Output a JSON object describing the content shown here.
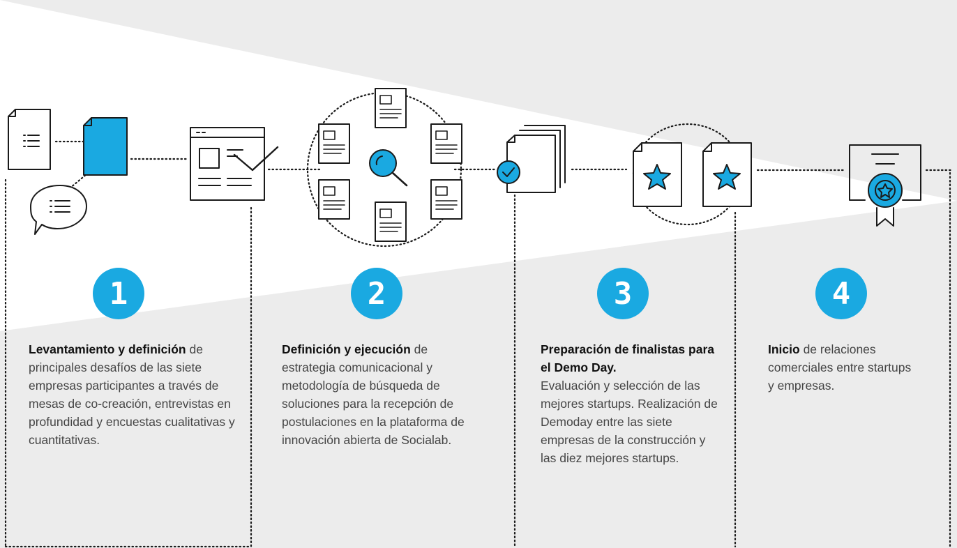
{
  "steps": [
    {
      "number": "1",
      "title": "Levantamiento y definición",
      "body": " de principales desafíos de las siete empresas participantes a través de mesas de co-creación, entrevistas en profundidad y encuestas cualitativas y cuantitativas."
    },
    {
      "number": "2",
      "title": "Definición y ejecución",
      "body": " de estrategia comunicacional y metodología de búsqueda de soluciones para la recepción de postulaciones en la plataforma de innovación abierta de Socialab."
    },
    {
      "number": "3",
      "title": "Preparación de finalistas para el Demo Day.",
      "body": "Evaluación y selección de las mejores startups. Realización de Demoday entre las siete empresas de la construcción y las diez mejores startups."
    },
    {
      "number": "4",
      "title": "Inicio",
      "body": " de relaciones comerciales entre startups y empresas."
    }
  ],
  "colors": {
    "accent": "#1aa9e1",
    "background": "#ececec",
    "highlight": "#ffffff",
    "line": "#1a1a1a"
  },
  "icons": [
    "list-document-icon",
    "blue-document-icon",
    "chat-bubble-list-icon",
    "browser-window-check-icon",
    "search-network-icon",
    "stacked-documents-check-icon",
    "star-documents-icon",
    "certificate-badge-icon"
  ]
}
